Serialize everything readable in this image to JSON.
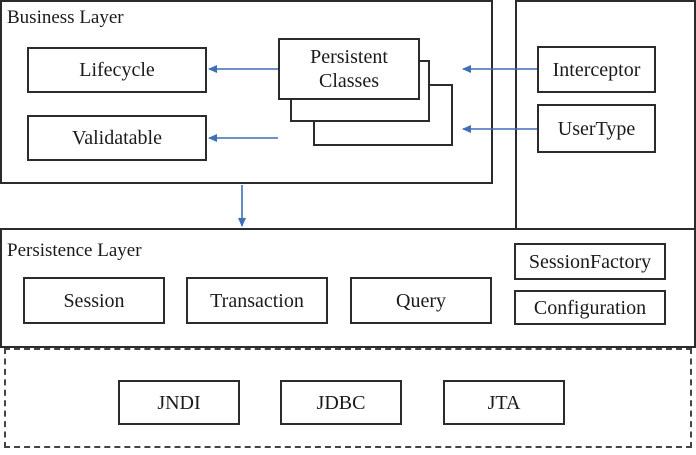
{
  "business_layer": {
    "title": "Business Layer",
    "lifecycle": "Lifecycle",
    "validatable": "Validatable",
    "persistent_classes": "Persistent Classes"
  },
  "extensions": {
    "interceptor": "Interceptor",
    "usertype": "UserType"
  },
  "persistence_layer": {
    "title": "Persistence Layer",
    "session": "Session",
    "transaction": "Transaction",
    "query": "Query",
    "session_factory": "SessionFactory",
    "configuration": "Configuration"
  },
  "infrastructure": {
    "jndi": "JNDI",
    "jdbc": "JDBC",
    "jta": "JTA"
  },
  "colors": {
    "arrow": "#3f6fb5",
    "border": "#2b2b2b"
  }
}
